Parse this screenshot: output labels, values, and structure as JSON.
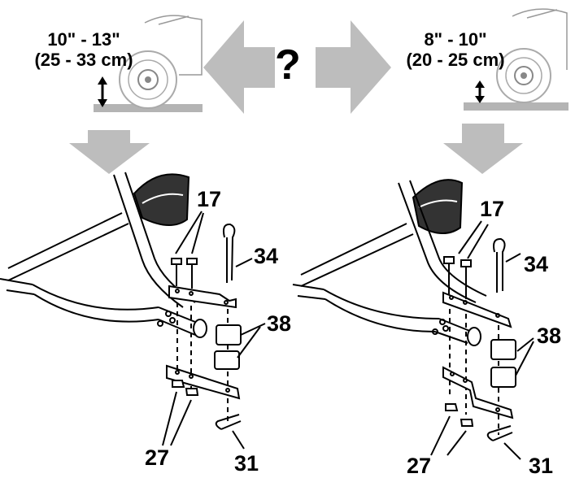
{
  "heights": {
    "high": {
      "imperial": "10\" - 13\"",
      "metric": "(25 - 33 cm)"
    },
    "low": {
      "imperial": "8\" - 10\"",
      "metric": "(20 - 25 cm)"
    }
  },
  "question_mark": "?",
  "callouts": {
    "left": {
      "bolts": "17",
      "pin": "34",
      "spacers": "38",
      "nuts": "27",
      "clip": "31"
    },
    "right": {
      "bolts": "17",
      "pin": "34",
      "spacers": "38",
      "nuts": "27",
      "clip": "31"
    }
  },
  "colors": {
    "arrow": "#bdbdbd",
    "line": "#000000",
    "ground": "#b4b4b4"
  }
}
